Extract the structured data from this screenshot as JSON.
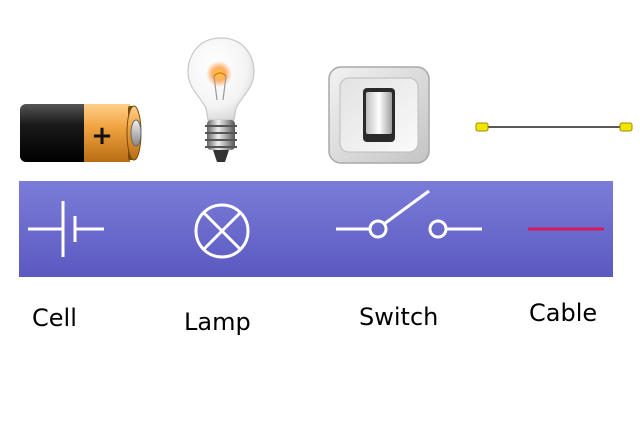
{
  "colors": {
    "band_top": "#7b7cd9",
    "band_bottom": "#5b59c0",
    "symbol_stroke": "#ffffff",
    "cable_symbol": "#d81b60",
    "battery_body": "#111111",
    "battery_band": "#f0a340"
  },
  "components": [
    {
      "id": "cell",
      "label": "Cell",
      "picture": "battery",
      "symbol": "cell-symbol",
      "battery_sign": "+"
    },
    {
      "id": "lamp",
      "label": "Lamp",
      "picture": "light-bulb",
      "symbol": "lamp-symbol"
    },
    {
      "id": "switch",
      "label": "Switch",
      "picture": "wall-switch",
      "symbol": "switch-symbol"
    },
    {
      "id": "cable",
      "label": "Cable",
      "picture": "wire",
      "symbol": "cable-symbol"
    }
  ]
}
